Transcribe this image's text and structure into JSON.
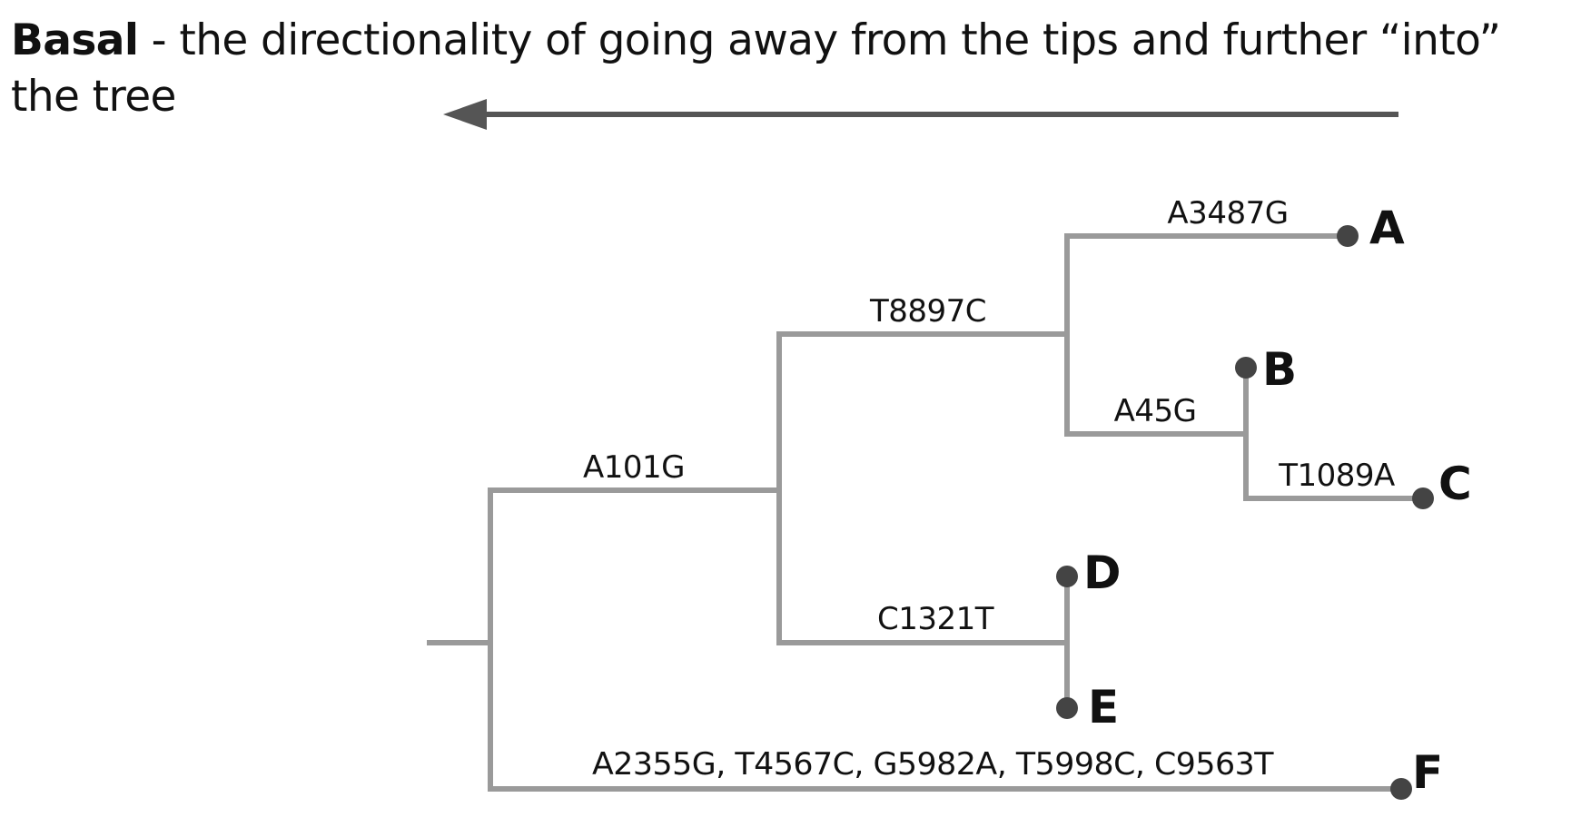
{
  "heading": {
    "term": "Basal",
    "definition": " - the directionality of going away from the tips and further “into” the tree"
  },
  "colors": {
    "branch": "#9a9a9a",
    "arrow": "#555555",
    "tip_dot": "#444444",
    "text": "#111111"
  },
  "tree": {
    "mutations": {
      "a101g": "A101G",
      "t8897c": "T8897C",
      "c1321t": "C1321T",
      "a3487g": "A3487G",
      "a45g": "A45G",
      "t1089a": "T1089A",
      "f_branch": "A2355G, T4567C, G5982A, T5998C, C9563T"
    },
    "tips": {
      "a": "A",
      "b": "B",
      "c": "C",
      "d": "D",
      "e": "E",
      "f": "F"
    }
  }
}
